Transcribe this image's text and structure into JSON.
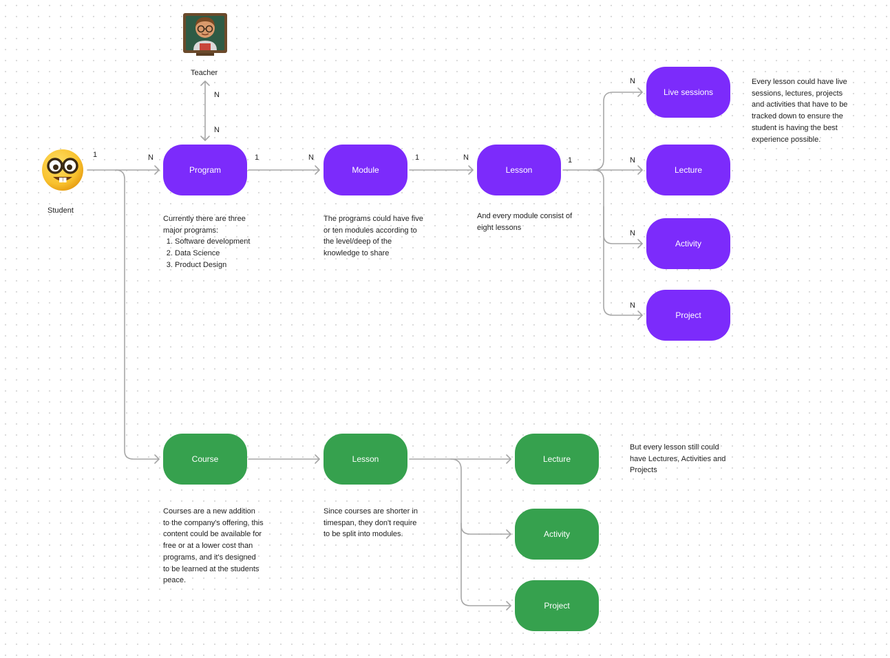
{
  "actors": {
    "teacher": "Teacher",
    "student": "Student"
  },
  "nodes": {
    "program": "Program",
    "module": "Module",
    "lesson": "Lesson",
    "live_sessions": "Live sessions",
    "lecture": "Lecture",
    "activity": "Activity",
    "project": "Project",
    "course": "Course",
    "course_lesson": "Lesson",
    "course_lecture": "Lecture",
    "course_activity": "Activity",
    "course_project": "Project"
  },
  "cardinality": {
    "teacher_program_top": "N",
    "teacher_program_bottom": "N",
    "student_one": "1",
    "program_many": "N",
    "program_one": "1",
    "module_many": "N",
    "module_one": "1",
    "lesson_many": "N",
    "lesson_one": "1",
    "live_sessions_many": "N",
    "lecture_many": "N",
    "activity_many": "N",
    "project_many": "N"
  },
  "notes": {
    "programs_intro": "Currently there are three major programs:",
    "programs_list": [
      "Software development",
      "Data Science",
      "Product Design"
    ],
    "modules": "The programs could have five or ten modules according to the level/deep of the knowledge to share",
    "lessons": "And every module consist of eight lessons",
    "lesson_content": "Every lesson could have live sessions, lectures, projects and activities that have to be tracked down to ensure the student is having the best experience possible.",
    "courses": "Courses are a new addition to the company's offering, this content could be available for free or at a lower cost than programs, and it's designed to be learned at the students peace.",
    "course_lessons": "Since courses are shorter in timespan, they don't require to be split into modules.",
    "course_lesson_content": "But every lesson still could have Lectures, Activities and Projects"
  },
  "colors": {
    "program_track": "#7c2bfb",
    "course_track": "#36a14e",
    "connector": "#a6a6a6"
  },
  "icons": {
    "teacher": "teacher-emoji-icon",
    "student": "nerd-face-emoji-icon"
  }
}
